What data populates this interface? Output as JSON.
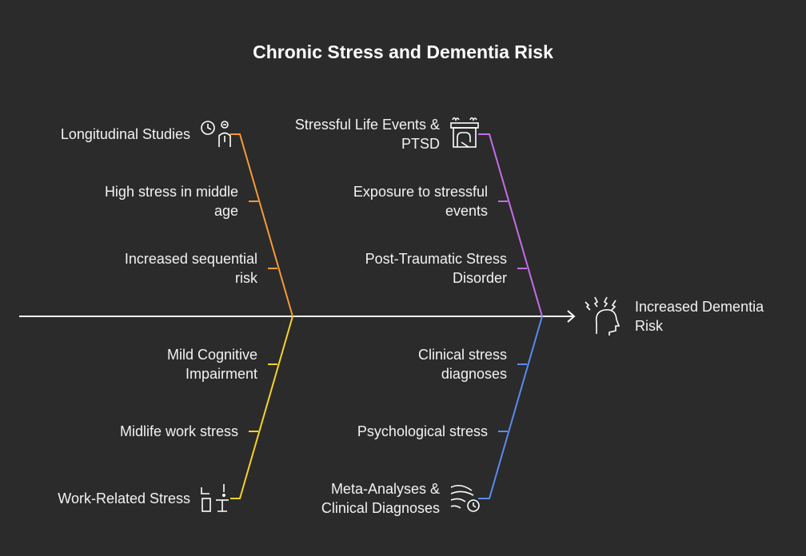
{
  "title": "Chronic Stress and Dementia Risk",
  "result": {
    "line1": "Increased Dementia",
    "line2": "Risk",
    "icon": "stressed-head-icon"
  },
  "branches": [
    {
      "key": "longitudinal",
      "color": "#f59a38",
      "icon": "clock-person-icon",
      "head": {
        "line1": "Longitudinal Studies",
        "line2": ""
      },
      "items": [
        {
          "line1": "High stress in middle",
          "line2": "age"
        },
        {
          "line1": "Increased sequential",
          "line2": "risk"
        }
      ]
    },
    {
      "key": "life-events",
      "color": "#c46ee8",
      "icon": "building-fire-icon",
      "head": {
        "line1": "Stressful Life Events &",
        "line2": "PTSD"
      },
      "items": [
        {
          "line1": "Exposure to stressful",
          "line2": "events"
        },
        {
          "line1": "Post-Traumatic Stress",
          "line2": "Disorder"
        }
      ]
    },
    {
      "key": "work",
      "color": "#f5d327",
      "icon": "desk-worker-icon",
      "head": {
        "line1": "Work-Related Stress",
        "line2": ""
      },
      "items": [
        {
          "line1": "Mild Cognitive",
          "line2": "Impairment"
        },
        {
          "line1": "Midlife work stress",
          "line2": ""
        }
      ]
    },
    {
      "key": "meta",
      "color": "#5a8af0",
      "icon": "wind-clock-icon",
      "head": {
        "line1": "Meta-Analyses &",
        "line2": "Clinical Diagnoses"
      },
      "items": [
        {
          "line1": "Clinical stress",
          "line2": "diagnoses"
        },
        {
          "line1": "Psychological stress",
          "line2": ""
        }
      ]
    }
  ]
}
